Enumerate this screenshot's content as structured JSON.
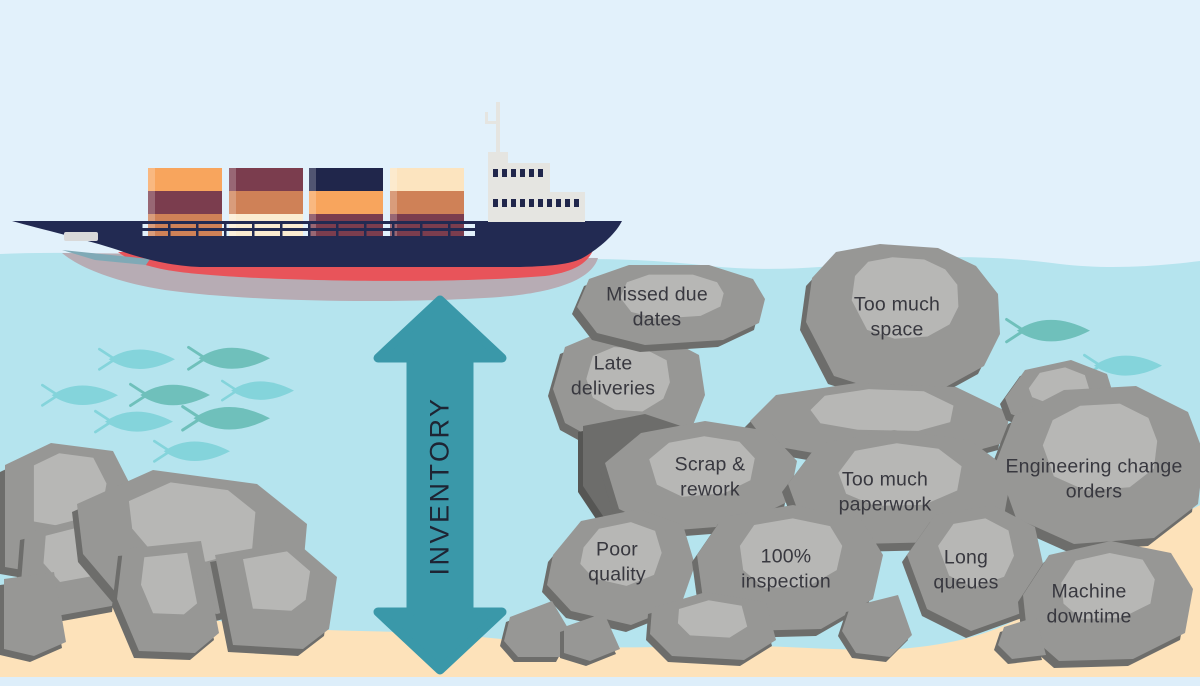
{
  "arrow": {
    "label": "INVENTORY"
  },
  "problems": [
    {
      "id": "missed-due-dates",
      "text": "Missed due dates"
    },
    {
      "id": "late-deliveries",
      "text": "Late deliveries"
    },
    {
      "id": "scrap-rework",
      "text": "Scrap & rework"
    },
    {
      "id": "too-much-space",
      "text": "Too much space"
    },
    {
      "id": "too-much-paperwork",
      "text": "Too much paperwork"
    },
    {
      "id": "engineering-change-orders",
      "text": "Engineering change orders"
    },
    {
      "id": "poor-quality",
      "text": "Poor quality"
    },
    {
      "id": "inspection-100",
      "text": "100% inspection"
    },
    {
      "id": "long-queues",
      "text": "Long queues"
    },
    {
      "id": "machine-downtime",
      "text": "Machine downtime"
    }
  ],
  "colors": {
    "sky": "#e2f1fb",
    "water": "#b5e4ee",
    "sand": "#fde2ba",
    "shore_strip": "#ddeefa",
    "arrow_teal": "#3a98a9",
    "hull_navy": "#222a52",
    "hull_red": "#e8545a",
    "hull_underwater": "#b7acb4",
    "hull_teal_sliver": "#7fa9b6",
    "container_orange": "#f8a55d",
    "container_maroon": "#7b3d4e",
    "container_tan": "#cf8157",
    "container_cream": "#fbecd1",
    "container_light_cream": "#fce4bf",
    "container_navy": "#20264b",
    "superstructure": "#e5e5e1",
    "window_navy": "#20264b",
    "rock_light": "#b7b7b5",
    "rock_mid": "#979795",
    "rock_dark": "#6d6d6b",
    "rock_deep": "#565654",
    "fish_light": "#84d4db",
    "fish_dark": "#6fc0bb",
    "label_text": "#38383f",
    "inventory_text": "#1e2433"
  }
}
